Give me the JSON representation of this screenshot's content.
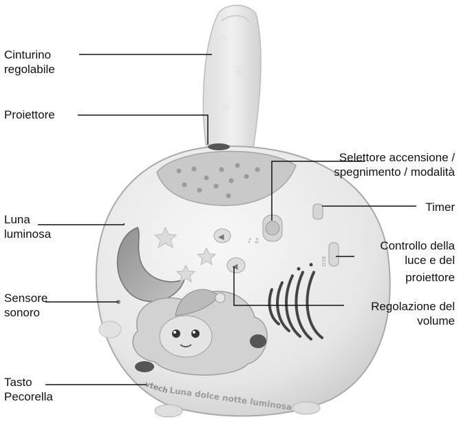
{
  "labels": {
    "strap": [
      "Cinturino",
      "regolabile"
    ],
    "projector": "Proiettore",
    "moon": [
      "Luna",
      "luminosa"
    ],
    "sensor": [
      "Sensore",
      "sonoro"
    ],
    "sheep_button": [
      "Tasto",
      "Pecorella"
    ],
    "power_selector": [
      "Selettore accensione /",
      "spegnimento / modalità"
    ],
    "timer": "Timer",
    "light_control": [
      "Controllo della",
      "luce e del",
      "proiettore"
    ],
    "volume": [
      "Regolazione del",
      "volume"
    ]
  },
  "product_text": {
    "brand": "vtech",
    "name": "Luna dolce notte luminosa",
    "side_marks": "ECO"
  },
  "colors": {
    "body": "#ececec",
    "shade": "#c9c9c9",
    "moon": "#a8a8a8",
    "line": "#111111"
  }
}
